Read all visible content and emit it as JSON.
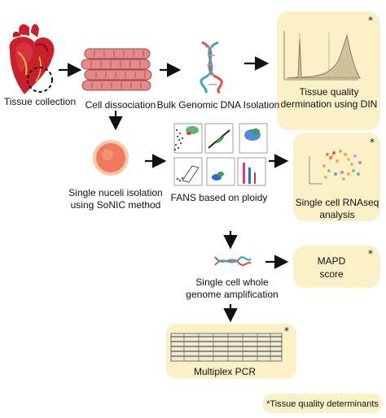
{
  "steps": {
    "tissue_collection": "Tissue collection",
    "cell_dissociation": "Cell dissociation",
    "bulk_dna": "Bulk Genomic DNA Isolation",
    "din_line1": "Tissue quality",
    "din_line2": "dermination using DIN",
    "nuclei_line1": "Single nuceli isolation",
    "nuclei_line2": "using SoNIC method",
    "fans": "FANS based on ploidy",
    "rnaseq_line1": "Single cell RNAseq",
    "rnaseq_line2": "analysis",
    "wga_line1": "Single cell whole",
    "wga_line2": "genome amplification",
    "mapd_line1": "MAPD",
    "mapd_line2": "score",
    "pcr": "Multiplex PCR"
  },
  "marker": "*",
  "footnote": "*Tissue quality determinants",
  "colors": {
    "highlight_box": "#fbf1c9",
    "heart_red": "#c8202c",
    "muscle_pink": "#e58a8c",
    "nucleus_orange": "#f07a5e",
    "dna_red": "#d9534f",
    "dna_teal": "#3fa7b0",
    "arrow": "#111111"
  }
}
